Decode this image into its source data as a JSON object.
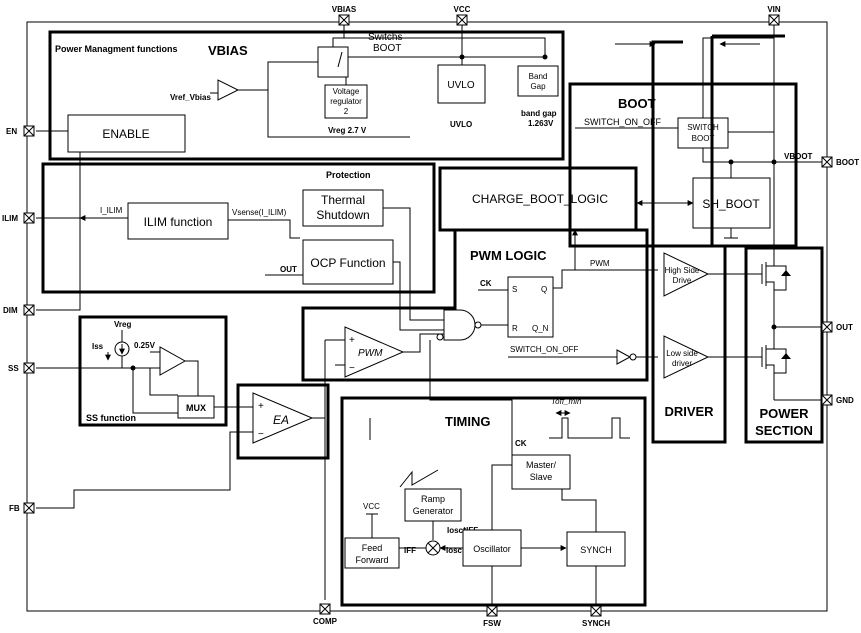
{
  "pins": {
    "vbias": "VBIAS",
    "vcc": "VCC",
    "vin": "VIN",
    "en": "EN",
    "ilim": "ILIM",
    "dim": "DIM",
    "ss": "SS",
    "fb": "FB",
    "comp": "COMP",
    "fsw": "FSW",
    "synch": "SYNCH",
    "boot": "BOOT",
    "out": "OUT",
    "gnd": "GND"
  },
  "power_mgmt": {
    "title": "Power Managment functions",
    "vbias_title": "VBIAS",
    "switchs": "Switchs",
    "boot": "BOOT",
    "vref_vbias": "Vref_Vbias",
    "voltage_regulator": [
      "Voltage",
      "regulator",
      "2"
    ],
    "vreg_label": "Vreg 2.7 V",
    "uvlo_box": "UVLO",
    "uvlo_label": "UVLO",
    "band_gap_box": [
      "Band",
      "Gap"
    ],
    "band_gap_label": [
      "band gap",
      "1.263V"
    ],
    "enable": "ENABLE"
  },
  "boot_section": {
    "title": "BOOT",
    "switch_on_off": "SWITCH_ON_OFF",
    "switch_boot": [
      "SWITCH",
      "BOOT"
    ],
    "vboot": "VBOOT",
    "charge_boot_logic": "CHARGE_BOOT_LOGIC",
    "sh_boot": "SH_BOOT"
  },
  "protection": {
    "title": "Protection",
    "i_ilim": "I_ILIM",
    "ilim_function": "ILIM function",
    "vsense": "Vsense(I_ILIM)",
    "thermal": [
      "Thermal",
      "Shutdown"
    ],
    "out": "OUT",
    "ocp": "OCP Function"
  },
  "pwm_logic": {
    "title": "PWM LOGIC",
    "ck": "CK",
    "s": "S",
    "q": "Q",
    "r": "R",
    "q_n": "Q_N",
    "pwm": "PWM",
    "switch_on_off": "SWITCH_ON_OFF",
    "comparator": "PWM",
    "plus": "+",
    "minus": "−"
  },
  "driver": {
    "title": "DRIVER",
    "high_side": [
      "High Side",
      "Drive"
    ],
    "low_side": [
      "Low side",
      "driver"
    ]
  },
  "power_section": {
    "title": [
      "POWER",
      "SECTION"
    ]
  },
  "ss_function": {
    "title": "SS function",
    "vreg": "Vreg",
    "iss": "Iss",
    "v025": "0.25V",
    "mux": "MUX"
  },
  "ea": {
    "label": "EA",
    "plus": "+",
    "minus": "−"
  },
  "timing": {
    "title": "TIMING",
    "toff_min": "Toff_min",
    "ck": "CK",
    "master_slave": [
      "Master/",
      "Slave"
    ],
    "ramp_generator": [
      "Ramp",
      "Generator"
    ],
    "iosc_iff": "Iosc*IFF",
    "vcc": "VCC",
    "feed_forward": [
      "Feed",
      "Forward"
    ],
    "iff": "IFF",
    "iosc": "Iosc",
    "oscillator": "Oscillator",
    "synch": "SYNCH"
  }
}
